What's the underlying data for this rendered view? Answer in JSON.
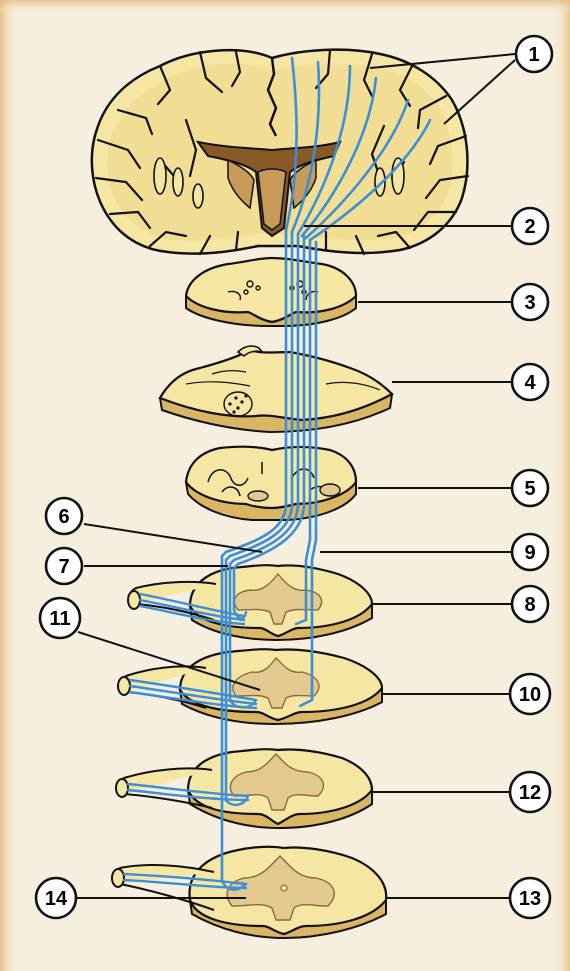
{
  "diagram": {
    "callouts": [
      {
        "id": "c1",
        "label": "1"
      },
      {
        "id": "c2",
        "label": "2"
      },
      {
        "id": "c3",
        "label": "3"
      },
      {
        "id": "c4",
        "label": "4"
      },
      {
        "id": "c5",
        "label": "5"
      },
      {
        "id": "c6",
        "label": "6"
      },
      {
        "id": "c7",
        "label": "7"
      },
      {
        "id": "c8",
        "label": "8"
      },
      {
        "id": "c9",
        "label": "9"
      },
      {
        "id": "c10",
        "label": "10"
      },
      {
        "id": "c11",
        "label": "11"
      },
      {
        "id": "c12",
        "label": "12"
      },
      {
        "id": "c13",
        "label": "13"
      },
      {
        "id": "c14",
        "label": "14"
      }
    ]
  },
  "colors": {
    "background": "#f6eede",
    "frame_edge": "#e2b46f",
    "tissue_fill": "#f5e6a4",
    "tissue_side": "#d9b564",
    "outline": "#111111",
    "tract_blue": "#3b8fd6",
    "ventricle_fill": "#8a5a26",
    "gray_matter": "#e3c890"
  },
  "icons": [
    "brain-section",
    "midbrain-section",
    "pons-section",
    "medulla-section",
    "spinal-cord-section"
  ]
}
